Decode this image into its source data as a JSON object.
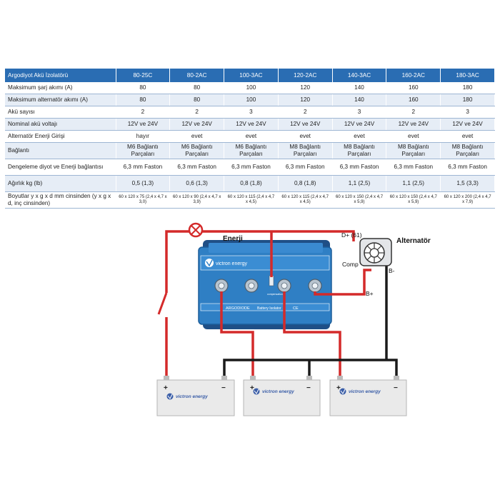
{
  "table": {
    "headers": [
      "Argodiyot Akü İzolatörü",
      "80-25C",
      "80-2AC",
      "100-3AC",
      "120-2AC",
      "140-3AC",
      "160-2AC",
      "180-3AC"
    ],
    "rows": [
      {
        "label": "Maksimum şarj akımı (A)",
        "cells": [
          "80",
          "80",
          "100",
          "120",
          "140",
          "160",
          "180"
        ]
      },
      {
        "label": "Maksimum alternatör akımı (A)",
        "cells": [
          "80",
          "80",
          "100",
          "120",
          "140",
          "160",
          "180"
        ]
      },
      {
        "label": "Akü sayısı",
        "cells": [
          "2",
          "2",
          "3",
          "2",
          "3",
          "2",
          "3"
        ]
      },
      {
        "label": "Nominal akü voltajı",
        "cells": [
          "12V ve 24V",
          "12V ve 24V",
          "12V ve 24V",
          "12V ve 24V",
          "12V ve 24V",
          "12V ve 24V",
          "12V ve 24V"
        ]
      },
      {
        "label": "Alternatör Enerji Girişi",
        "cells": [
          "hayır",
          "evet",
          "evet",
          "evet",
          "evet",
          "evet",
          "evet"
        ]
      },
      {
        "label": "Bağlantı",
        "cells": [
          "M6 Bağlantı Parçaları",
          "M6 Bağlantı Parçaları",
          "M6 Bağlantı Parçaları",
          "M8 Bağlantı Parçaları",
          "M8 Bağlantı Parçaları",
          "M8 Bağlantı Parçaları",
          "M8 Bağlantı Parçaları"
        ]
      },
      {
        "label": "Dengeleme diyot ve Enerji bağlantısı",
        "cells": [
          "6,3 mm Faston",
          "6,3 mm Faston",
          "6,3 mm Faston",
          "6,3 mm Faston",
          "6,3 mm Faston",
          "6,3 mm Faston",
          "6,3 mm Faston"
        ]
      },
      {
        "label": "Ağırlık kg (lb)",
        "cells": [
          "0,5 (1,3)",
          "0,6 (1,3)",
          "0,8 (1,8)",
          "0,8 (1,8)",
          "1,1 (2,5)",
          "1,1 (2,5)",
          "1,5 (3,3)"
        ]
      },
      {
        "label": "Boyutlar y x g x d mm cinsinden (y x g x d, inç cinsinden)",
        "cells": [
          "60 x 120 x 75 (2,4 x 4,7 x 3,0)",
          "60 x 120 x 90 (2,4 x 4,7 x 3,9)",
          "60 x 120 x 115 (2,4 x 4,7 x 4,5)",
          "60 x 120 x 115 (2,4 x 4,7 x 4,5)",
          "60 x 120 x 150 (2,4 x 4,7 x 5,9)",
          "60 x 120 x 150 (2,4 x 4,7 x 5,9)",
          "60 x 120 x 200 (2,4 x 4,7 x 7,9)"
        ]
      }
    ]
  },
  "diagram": {
    "label_energy": "Enerji",
    "label_d_plus": "D+ (61)",
    "label_alternator": "Alternatör",
    "label_comp": "Comp",
    "label_b_minus": "B-",
    "label_b_plus": "B+",
    "isolator_brand": "victron energy",
    "isolator_model": "ARGODIODE",
    "isolator_subtitle": "Battery Isolator",
    "isolator_ce": "CE",
    "isolator_comp": "compensation",
    "battery_brand": "victron energy",
    "battery_plus": "+",
    "battery_minus": "−",
    "colors": {
      "wire_red": "#d42a2a",
      "wire_black": "#1a1a1a",
      "isolator_blue": "#2f7fc4",
      "header_blue": "#2a6db3"
    }
  }
}
